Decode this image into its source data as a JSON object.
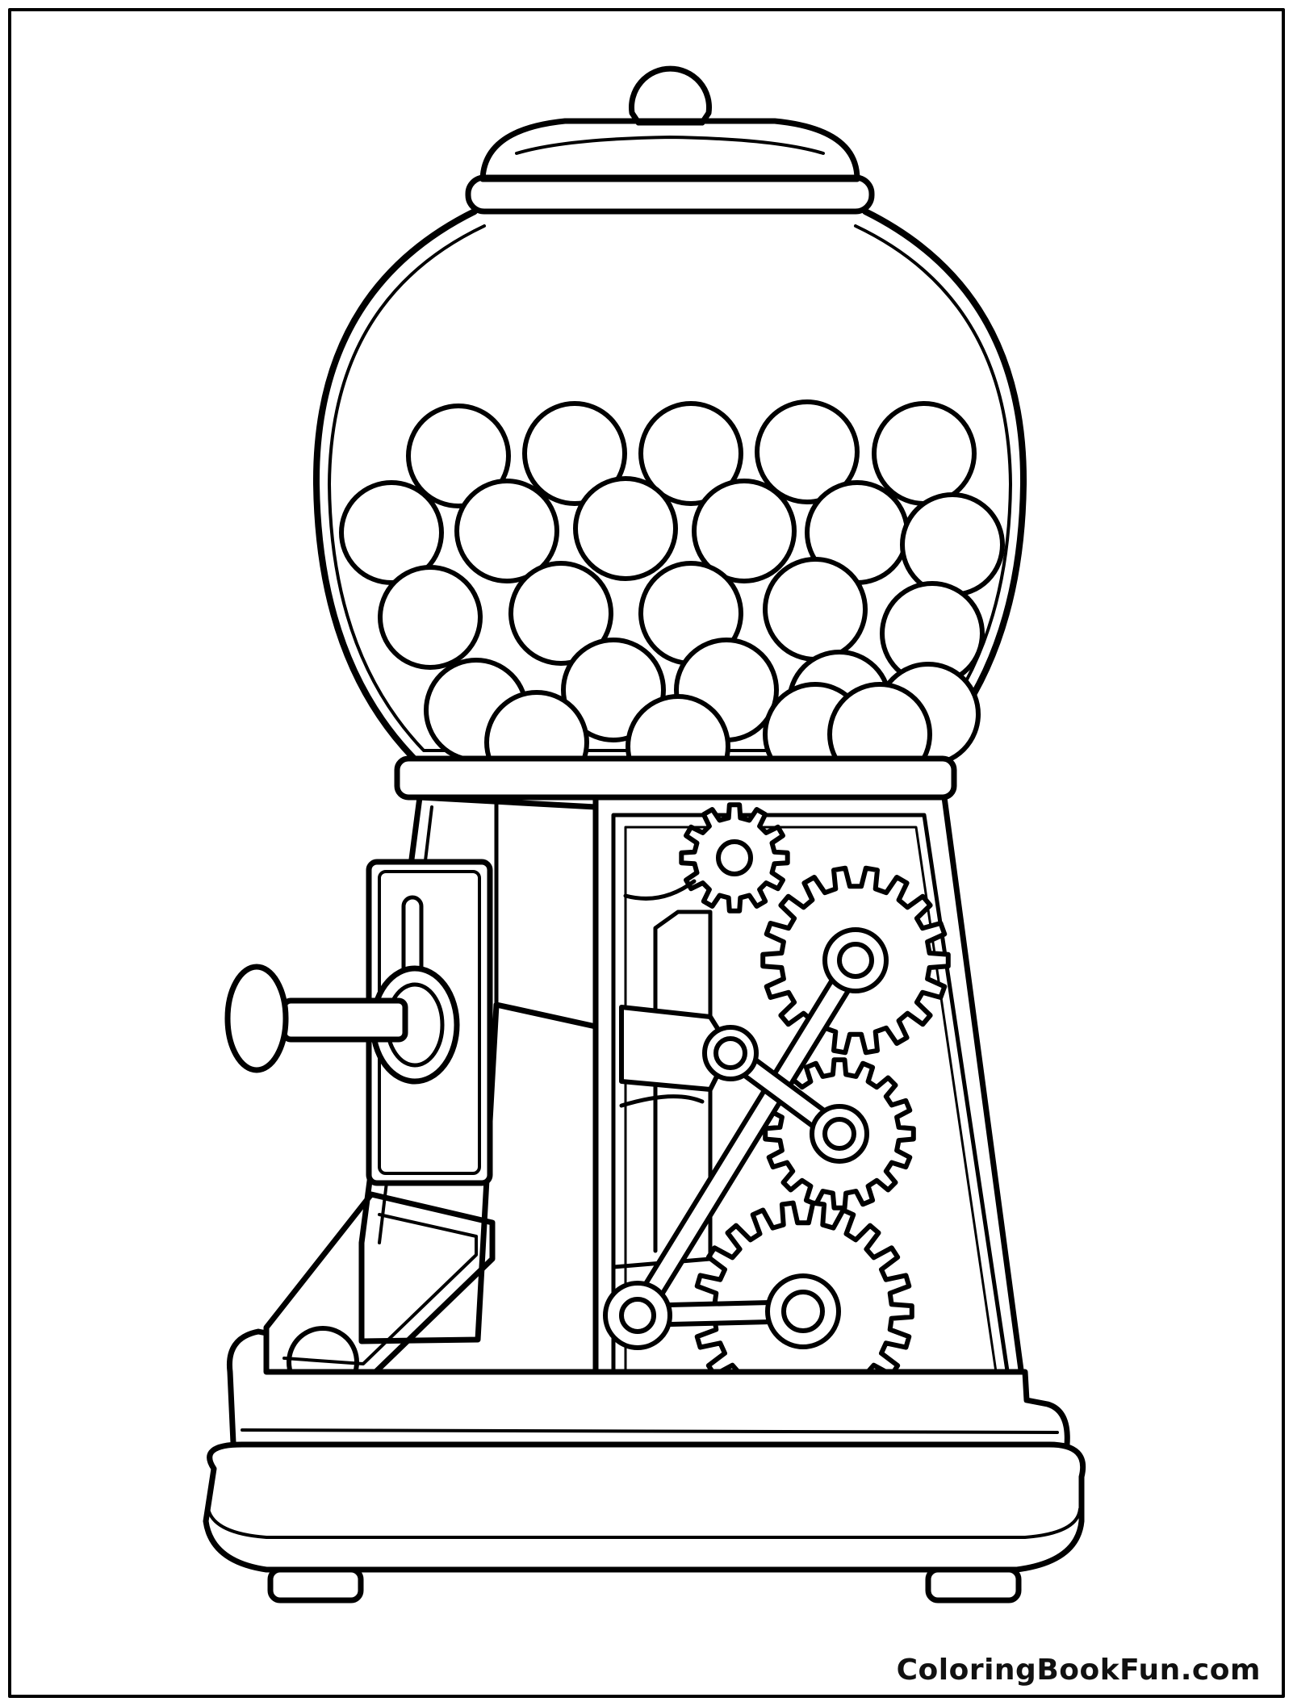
{
  "page": {
    "style": "black-and-white coloring page line art",
    "line_color": "#000000",
    "background_color": "#ffffff"
  },
  "illustration": {
    "subject": "gumball machine with gears",
    "gumball_count": 26,
    "gear_count": 4
  },
  "watermark": {
    "text": "ColoringBookFun.com"
  }
}
